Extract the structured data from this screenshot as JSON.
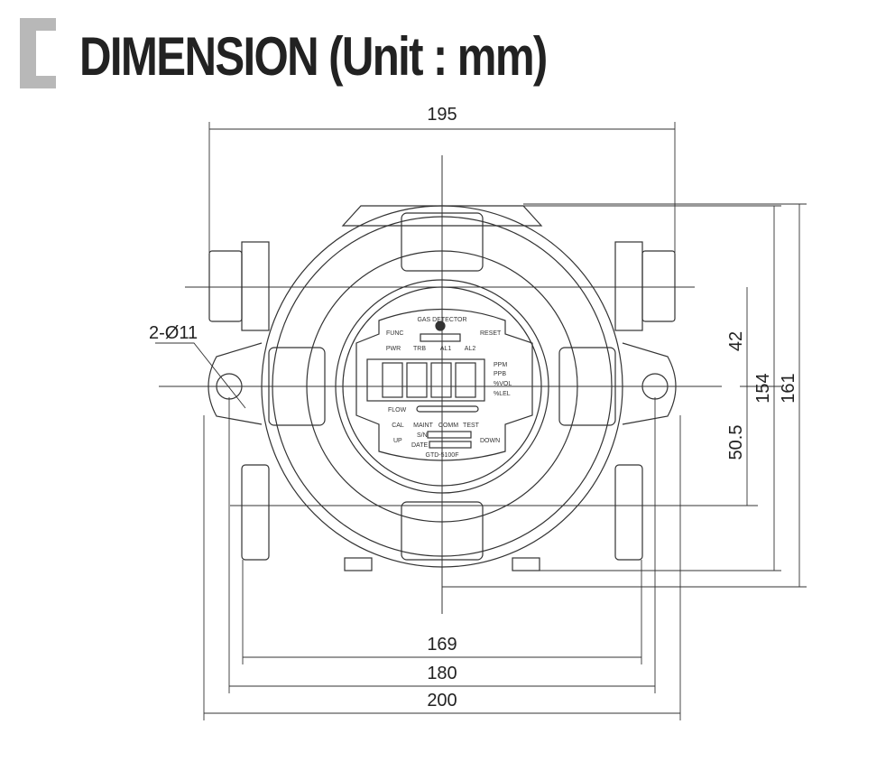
{
  "title": "DIMENSION (Unit : mm)",
  "dimensions": {
    "width_top": "195",
    "hole": "2-Ø11",
    "upper_offset": "42",
    "lower_offset": "50.5",
    "height_body": "154",
    "height_total": "161",
    "width_169": "169",
    "width_180": "180",
    "width_200": "200"
  },
  "panel": {
    "brand": "GAS DETECTOR",
    "func": "FUNC",
    "reset": "RESET",
    "leds_top": [
      "PWR",
      "TRB",
      "AL1",
      "AL2"
    ],
    "units": [
      "PPM",
      "PPB",
      "%VOL",
      "%LEL"
    ],
    "flow": "FLOW",
    "leds_bottom": [
      "CAL",
      "MAINT",
      "COMM",
      "TEST"
    ],
    "up": "UP",
    "down": "DOWN",
    "sn": "S/N",
    "date": "DATE",
    "model": "GTD-5100F"
  }
}
